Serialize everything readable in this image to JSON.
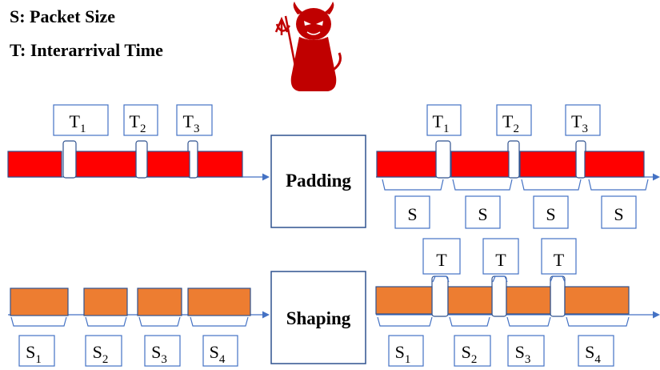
{
  "legend": {
    "s_line": "S: Packet Size",
    "t_line": "T: Interarrival  Time"
  },
  "colors": {
    "padding_packet": "#ff0000",
    "shaping_packet": "#ed7d31",
    "outline": "#2f528f",
    "label_box": "#4472c4",
    "devil": "#c00000"
  },
  "icons": [
    "devil-icon"
  ],
  "padding": {
    "box_label": "Padding",
    "before": {
      "gap_labels": [
        {
          "main": "T",
          "sub": "1"
        },
        {
          "main": "T",
          "sub": "2"
        },
        {
          "main": "T",
          "sub": "3"
        }
      ]
    },
    "after": {
      "gap_labels": [
        {
          "main": "T",
          "sub": "1"
        },
        {
          "main": "T",
          "sub": "2"
        },
        {
          "main": "T",
          "sub": "3"
        }
      ],
      "size_labels": [
        {
          "main": "S",
          "sub": ""
        },
        {
          "main": "S",
          "sub": ""
        },
        {
          "main": "S",
          "sub": ""
        },
        {
          "main": "S",
          "sub": ""
        }
      ]
    }
  },
  "shaping": {
    "box_label": "Shaping",
    "before": {
      "size_labels": [
        {
          "main": "S",
          "sub": "1"
        },
        {
          "main": "S",
          "sub": "2"
        },
        {
          "main": "S",
          "sub": "3"
        },
        {
          "main": "S",
          "sub": "4"
        }
      ]
    },
    "after": {
      "gap_labels": [
        {
          "main": "T",
          "sub": ""
        },
        {
          "main": "T",
          "sub": ""
        },
        {
          "main": "T",
          "sub": ""
        }
      ],
      "size_labels": [
        {
          "main": "S",
          "sub": "1"
        },
        {
          "main": "S",
          "sub": "2"
        },
        {
          "main": "S",
          "sub": "3"
        },
        {
          "main": "S",
          "sub": "4"
        }
      ]
    }
  }
}
